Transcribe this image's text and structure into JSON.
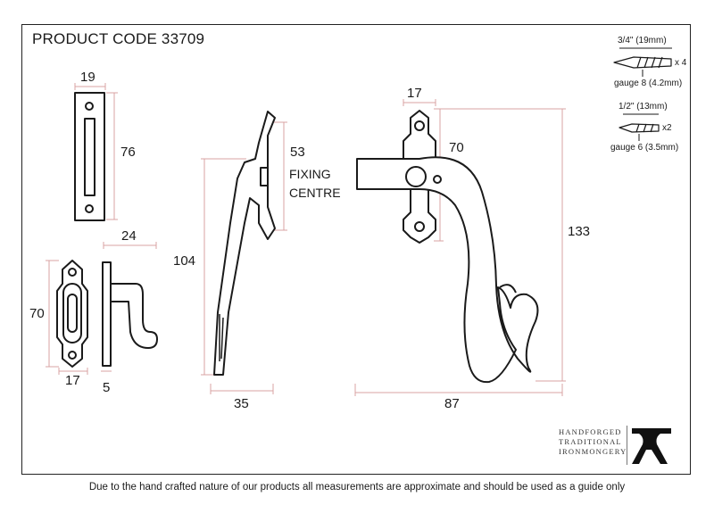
{
  "product_code": "PRODUCT CODE 33709",
  "dimensions": {
    "keep_width": "19",
    "keep_height": "76",
    "catch_plate_width": "24",
    "catch_plate_height": "70",
    "catch_plate_base_width": "17",
    "catch_depth": "5",
    "handle_length": "104",
    "handle_projection": "35",
    "fixing_centre_value": "53",
    "fixing_centre_label_1": "FIXING",
    "fixing_centre_label_2": "CENTRE",
    "backplate_width": "17",
    "backplate_height": "70",
    "handle_total_height": "133",
    "handle_total_width": "87"
  },
  "screws": {
    "large_length": "3/4\" (19mm)",
    "large_qty": "x 4",
    "large_gauge": "gauge 8 (4.2mm)",
    "small_length": "1/2\" (13mm)",
    "small_qty": "x2",
    "small_gauge": "gauge 6 (3.5mm)"
  },
  "brand": {
    "line1": "HANDFORGED",
    "line2": "TRADITIONAL",
    "line3": "IRONMONGERY",
    "logo": "anvil-logo"
  },
  "footer": "Due to the hand crafted nature of our products all measurements are approximate and should be used as a guide only",
  "colors": {
    "outline": "#1a1a1a",
    "dimension_line": "#d9a3a3",
    "frame": "#222222"
  }
}
